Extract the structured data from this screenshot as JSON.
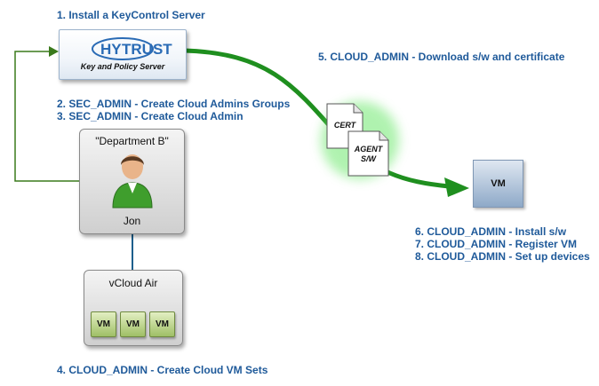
{
  "steps": {
    "install_server": "1. Install a KeyControl Server",
    "create_groups": "2. SEC_ADMIN - Create Cloud Admins Groups",
    "create_admin": "3. SEC_ADMIN - Create Cloud Admin",
    "create_vm_sets": "4. CLOUD_ADMIN - Create Cloud VM Sets",
    "download": "5. CLOUD_ADMIN - Download s/w and certificate",
    "install_sw": "6. CLOUD_ADMIN - Install s/w",
    "register_vm": "7. CLOUD_ADMIN - Register VM",
    "setup_devices": "8. CLOUD_ADMIN - Set up devices"
  },
  "server": {
    "logo_hy": "HY",
    "logo_trust": "TRUST",
    "subtitle": "Key and Policy Server"
  },
  "department": {
    "title": "\"Department B\"",
    "user": "Jon"
  },
  "vcloud": {
    "title": "vCloud Air",
    "vms": [
      "VM",
      "VM",
      "VM"
    ]
  },
  "documents": {
    "cert": "CERT",
    "agent_line1": "AGENT",
    "agent_line2": "S/W"
  },
  "target_vm": {
    "label": "VM"
  },
  "colors": {
    "step_text": "#1f5a9a",
    "arrow": "#1f8f1f",
    "connector": "#3a7a1c",
    "link": "#1d5f8c"
  }
}
